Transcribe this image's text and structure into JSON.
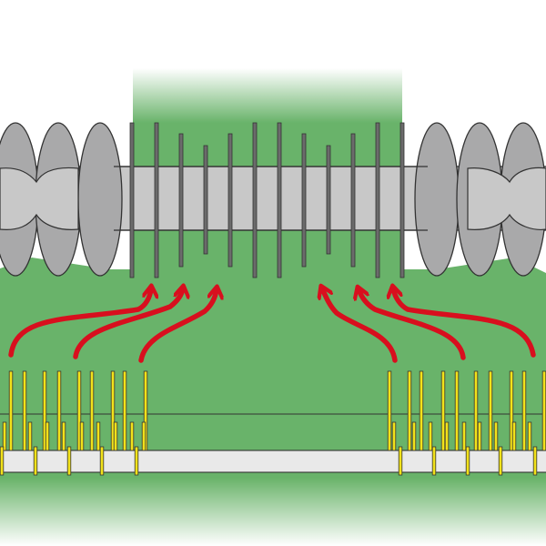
{
  "diagram": {
    "colors": {
      "background": "#ffffff",
      "green": "#69b36a",
      "shaft": "#c8c8c8",
      "flight": "#a9a9aa",
      "outline": "#333333",
      "arrow": "#d80f1e",
      "tine": "#f2e21a",
      "bar": "#e9e9e9"
    },
    "parts": [
      "auger-shaft",
      "auger-flights-left",
      "auger-flights-right",
      "center-fingers",
      "pickup-tines-left",
      "pickup-tines-right",
      "crop-flow-arrows"
    ]
  }
}
